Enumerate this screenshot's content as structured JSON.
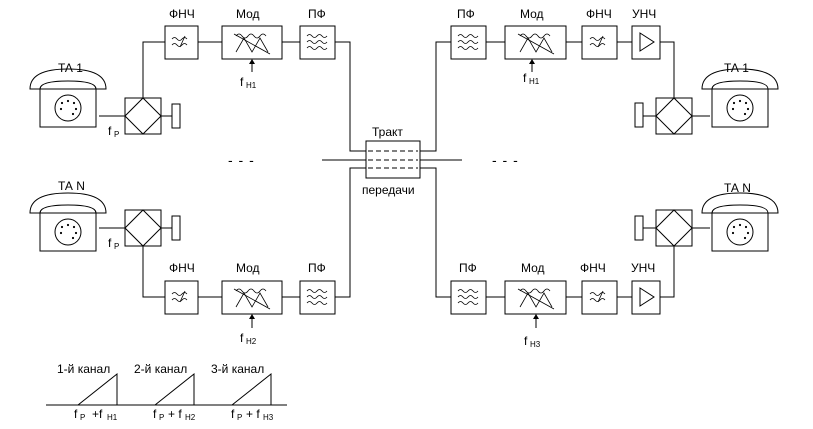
{
  "blocks": {
    "lpf": "ФНЧ",
    "mod": "Мод",
    "bpf": "ПФ",
    "amp": "УНЧ"
  },
  "terminals": {
    "top_left": "ТА 1",
    "bottom_left": "ТА N",
    "top_right": "ТА 1",
    "bottom_right": "ТА N"
  },
  "freq": {
    "fp_main": "f",
    "fp_sub": "Р",
    "fn_main": "f",
    "fn1_sub": "Н1",
    "fn2_sub": "Н2",
    "fn3_sub": "Н3"
  },
  "channel": {
    "line1": "Тракт",
    "line2": "передачи"
  },
  "dashes": "-   -   -",
  "spectrum": {
    "labels": [
      "1-й канал",
      "2-й канал",
      "3-й канал"
    ],
    "sums": [
      {
        "a_main": "f",
        "a_sub": "Р",
        "plus": "+f",
        "b_sub": "Н1"
      },
      {
        "a_main": "f",
        "a_sub": "Р",
        "plus": "+ f",
        "b_sub": "Н2"
      },
      {
        "a_main": "f",
        "a_sub": "Р",
        "plus": "+ f",
        "b_sub": "Н3"
      }
    ]
  }
}
